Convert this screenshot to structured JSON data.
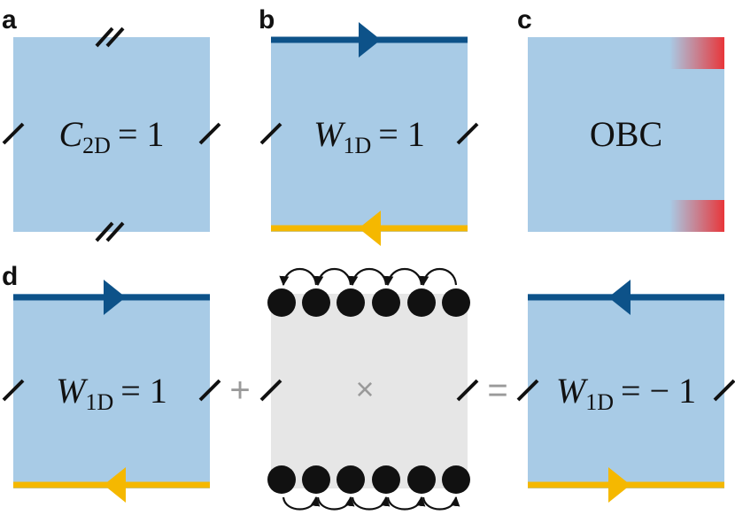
{
  "panels": {
    "a": {
      "label": "a",
      "symbol": "C",
      "subscript": "2D",
      "rhs": "= 1"
    },
    "b": {
      "label": "b",
      "symbol": "W",
      "subscript": "1D",
      "rhs": "= 1"
    },
    "c": {
      "label": "c",
      "text": "OBC"
    },
    "d": {
      "label": "d",
      "left": {
        "symbol": "W",
        "subscript": "1D",
        "rhs": "= 1"
      },
      "plus": "+",
      "middle": {
        "times": "×"
      },
      "equals": "=",
      "right": {
        "symbol": "W",
        "subscript": "1D",
        "rhs": "= − 1"
      }
    }
  },
  "colors": {
    "square": "#a8cbe6",
    "middle_square": "#e6e6e6",
    "edge_blue": "#0d5289",
    "edge_yellow": "#f5b800",
    "corner_red": "#e8363a",
    "ink": "#111111",
    "operator_gray": "#9a9a9a"
  }
}
